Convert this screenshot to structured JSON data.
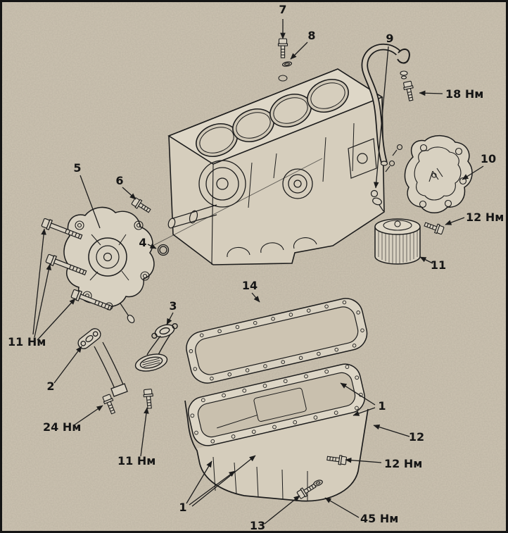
{
  "figure": {
    "kind": "exploded-parts-diagram",
    "colors": {
      "background": "#cdc4b2",
      "ink": "#1c1c1c",
      "paper_fill": "#d6cebd"
    }
  },
  "callouts": {
    "n7": {
      "text": "7"
    },
    "n8": {
      "text": "8"
    },
    "n9": {
      "text": "9"
    },
    "t18": {
      "text": "18 Нм"
    },
    "n10": {
      "text": "10"
    },
    "t12r": {
      "text": "12 Нм"
    },
    "n11": {
      "text": "11"
    },
    "n5": {
      "text": "5"
    },
    "n6": {
      "text": "6"
    },
    "n4": {
      "text": "4"
    },
    "t11l": {
      "text": "11 Нм"
    },
    "n2": {
      "text": "2"
    },
    "n3": {
      "text": "3"
    },
    "t24": {
      "text": "24 Нм"
    },
    "t11b": {
      "text": "11 Нм"
    },
    "n14": {
      "text": "14"
    },
    "n1r": {
      "text": "1"
    },
    "n12": {
      "text": "12"
    },
    "t12p": {
      "text": "12 Нм"
    },
    "n1b": {
      "text": "1"
    },
    "n13": {
      "text": "13"
    },
    "t45": {
      "text": "45 Нм"
    }
  }
}
